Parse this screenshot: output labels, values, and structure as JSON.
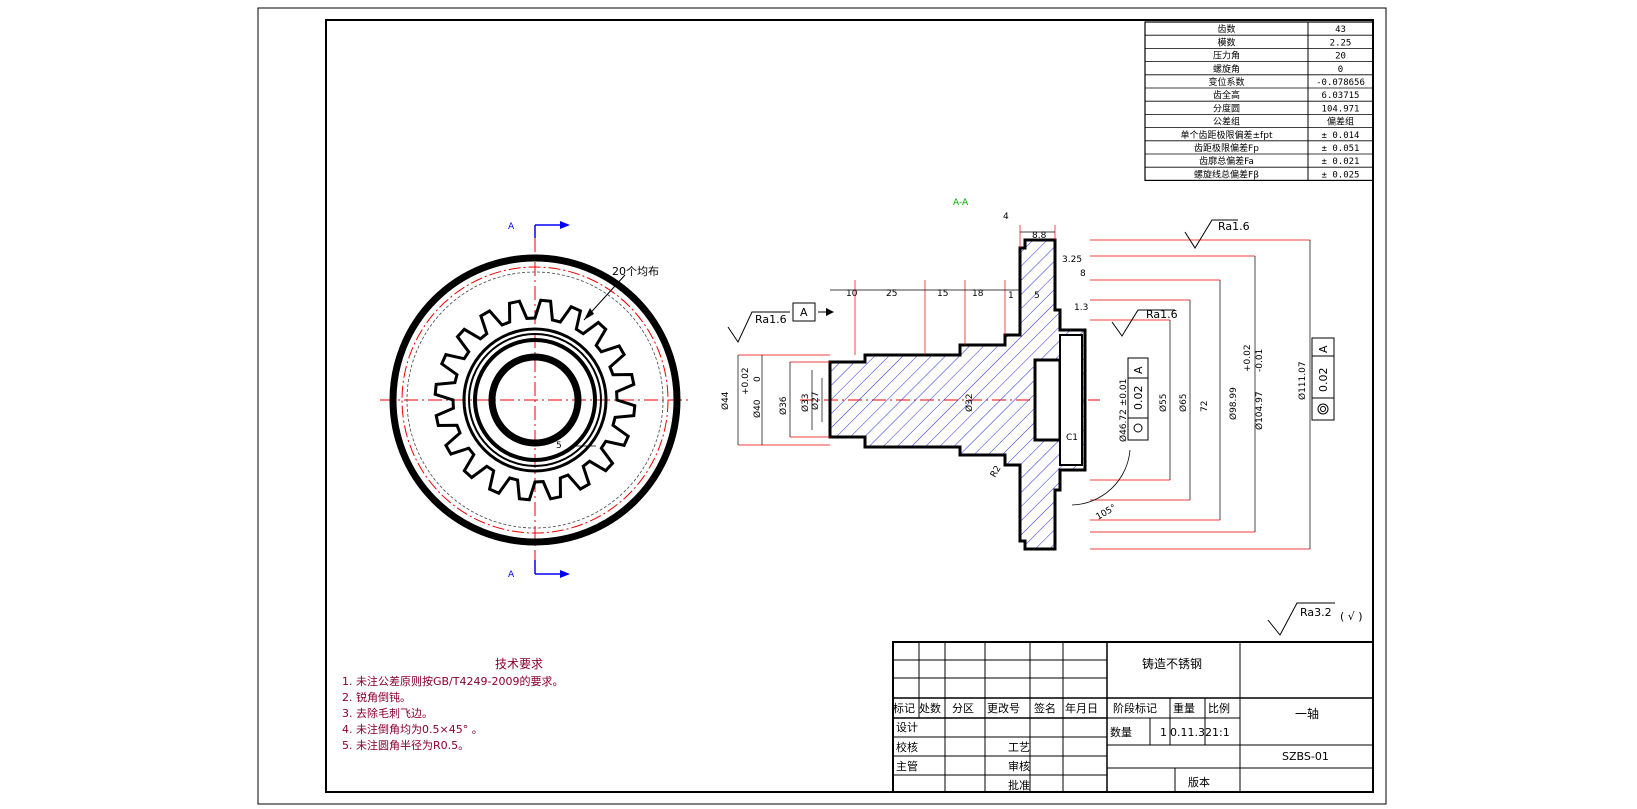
{
  "gear_params": [
    {
      "label": "齿数",
      "value": "43"
    },
    {
      "label": "模数",
      "value": "2.25"
    },
    {
      "label": "压力角",
      "value": "20"
    },
    {
      "label": "螺旋角",
      "value": "0"
    },
    {
      "label": "变位系数",
      "value": "-0.078656"
    },
    {
      "label": "齿全高",
      "value": "6.03715"
    },
    {
      "label": "分度圆",
      "value": "104.971"
    },
    {
      "label": "公差组",
      "value": "偏差组"
    },
    {
      "label": "单个齿距极限偏差±fpt",
      "value": "± 0.014"
    },
    {
      "label": "齿距极限偏差Fp",
      "value": "± 0.051"
    },
    {
      "label": "齿廓总偏差Fa",
      "value": "± 0.021"
    },
    {
      "label": "螺旋线总偏差Fβ",
      "value": "± 0.025"
    }
  ],
  "section_label": "A-A",
  "cut_marks": {
    "top": "A",
    "bottom": "A"
  },
  "left_view": {
    "pattern_note": "20个均布"
  },
  "dims": {
    "d4": "4",
    "d88": "8.8",
    "d325": "3.25",
    "d8": "8",
    "d13": "1.3",
    "d10": "10",
    "d25": "25",
    "d15": "15",
    "d18": "18",
    "d1": "1",
    "d5": "5",
    "d44": "Ø44",
    "d40": "Ø40",
    "d40_tol": "+0.02",
    "d40_tol2": "0",
    "d36": "Ø36",
    "d33": "Ø33",
    "d27": "Ø27",
    "d32": "Ø32",
    "d4672": "Ø46.72 ±0.01",
    "d55": "Ø55",
    "d65": "Ø65",
    "d72": "72",
    "d9899": "Ø98.99",
    "d10497": "Ø104.97",
    "d10497_tol": "+0.02",
    "d10497_tol2": "-0.01",
    "d11107": "Ø111.07",
    "r2": "R2",
    "c1": "C1",
    "ang105": "105°"
  },
  "roughness": {
    "top": "Ra1.6",
    "left": "Ra1.6",
    "mid": "Ra1.6",
    "general": "Ra3.2",
    "general_suffix": "( √ )"
  },
  "datum": {
    "left_box": "A"
  },
  "tolerance_frames": [
    {
      "value": "0.02",
      "datum": "A"
    },
    {
      "value": "0.02",
      "datum": "A"
    }
  ],
  "notes": {
    "title": "技术要求",
    "items": [
      "1.   未注公差原则按GB/T4249-2009的要求。",
      "2.   锐角倒钝。",
      "3.   去除毛刺飞边。",
      "4.   未注倒角均为0.5×45° 。",
      "5.   未注圆角半径为R0.5。"
    ]
  },
  "title_block": {
    "material": "铸造不锈钢",
    "part_name": "一轴",
    "drawing_no": "SZBS-01",
    "header": [
      "标记",
      "处数",
      "分区",
      "更改号",
      "签名",
      "年月日"
    ],
    "stage_label": "阶段标记",
    "weight_label": "重量",
    "scale_label": "比例",
    "qty_label": "数量",
    "qty_value": "1",
    "weight_value": "0.11.32",
    "scale_value": "1:1",
    "version_label": "版本",
    "design": "设计",
    "check": "校核",
    "supervisor": "主管",
    "process": "工艺",
    "review": "审核",
    "approve": "批准"
  }
}
